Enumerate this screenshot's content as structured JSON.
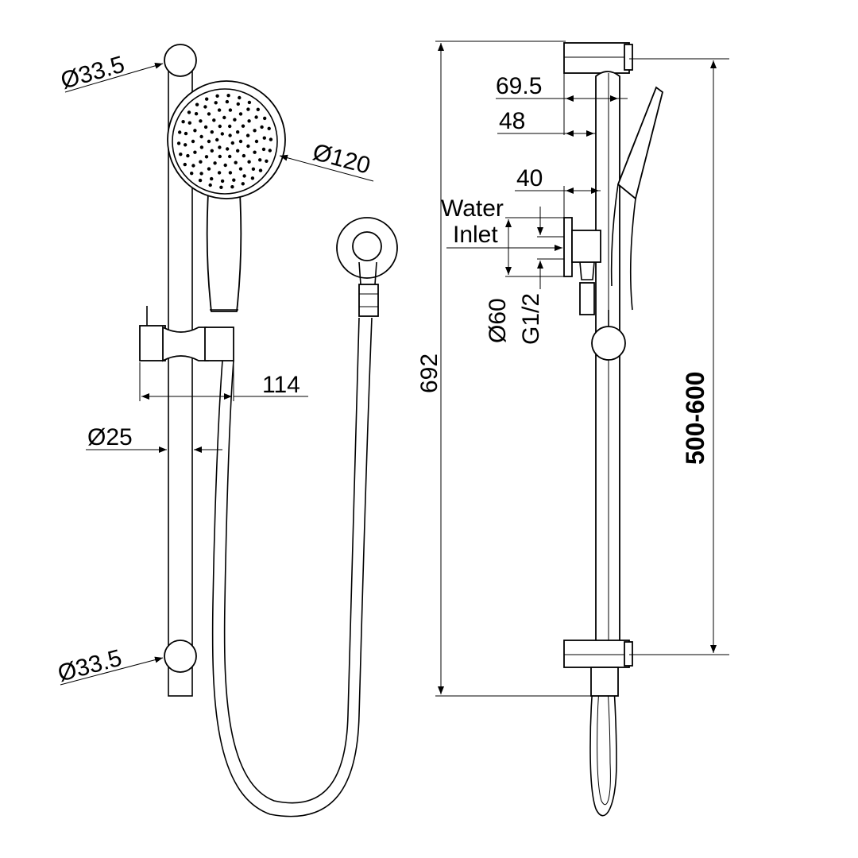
{
  "front_view": {
    "dim_top_bracket": "Ø33.5",
    "dim_head": "Ø120",
    "dim_slide_reach": "114",
    "dim_rail": "Ø25",
    "dim_bottom_bracket": "Ø33.5"
  },
  "side_view": {
    "dim_top_offset": "69.5",
    "dim_rail_offset": "48",
    "dim_elbow_depth": "40",
    "water_inlet_line1": "Water",
    "water_inlet_line2": "Inlet",
    "dim_elbow_flange": "Ø60",
    "dim_thread": "G1/2",
    "dim_overall_height": "692",
    "dim_bracket_spacing": "500-600"
  }
}
